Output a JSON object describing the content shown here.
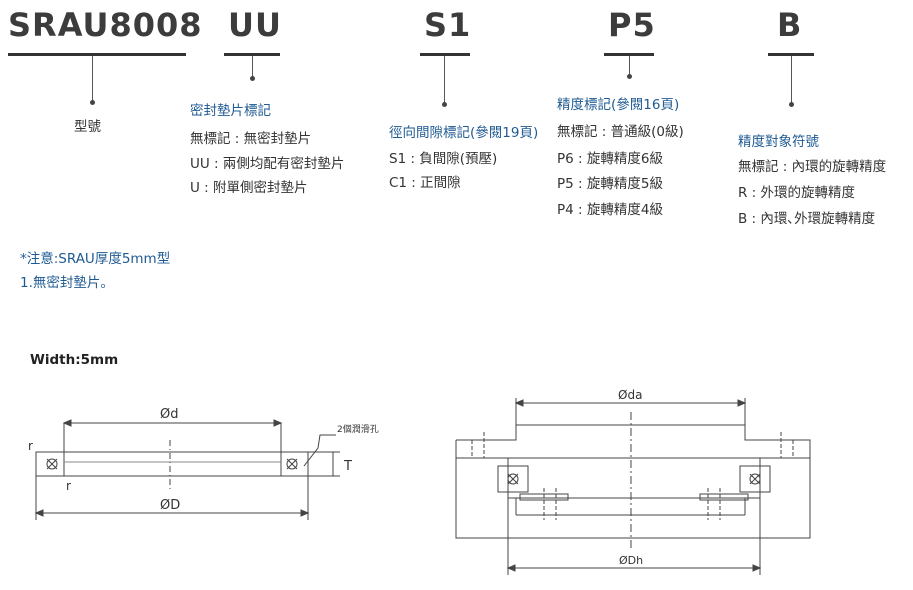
{
  "codes": [
    {
      "text": "SRAU8008",
      "description": [
        "型號"
      ]
    },
    {
      "text": "UU",
      "heading": "密封墊片標記",
      "description": [
        "無標記 : 無密封墊片",
        "UU : 兩側均配有密封墊片",
        "U : 附單側密封墊片"
      ]
    },
    {
      "text": "S1",
      "heading": "徑向間隙標記(參閱19頁)",
      "description": [
        "S1 : 負間隙(預壓)",
        "C1 : 正間隙"
      ]
    },
    {
      "text": "P5",
      "heading": "精度標記(參閱16頁)",
      "description": [
        "無標記 : 普通級(0級)",
        "P6 : 旋轉精度6級",
        "P5 : 旋轉精度5級",
        "P4 : 旋轉精度4級"
      ]
    },
    {
      "text": "B",
      "heading": "精度對象符號",
      "description": [
        "無標記 : 內環的旋轉精度",
        "R : 外環的旋轉精度",
        "B : 內環､外環旋轉精度"
      ]
    }
  ],
  "notes": [
    "*注意:SRAU厚度5mm型",
    "1.無密封墊片。"
  ],
  "width_label": "Width:5mm",
  "left_drawing": {
    "d": "Ød",
    "D": "ØD",
    "T": "T",
    "r_top": "r",
    "r_bottom": "r",
    "holes": "2個潤滑孔"
  },
  "right_drawing": {
    "da": "Øda",
    "Dh": "ØDh"
  },
  "colors": {
    "code_text": "#3c3c3c",
    "heading_blue": "#1f5a92",
    "body_text": "#333333"
  }
}
